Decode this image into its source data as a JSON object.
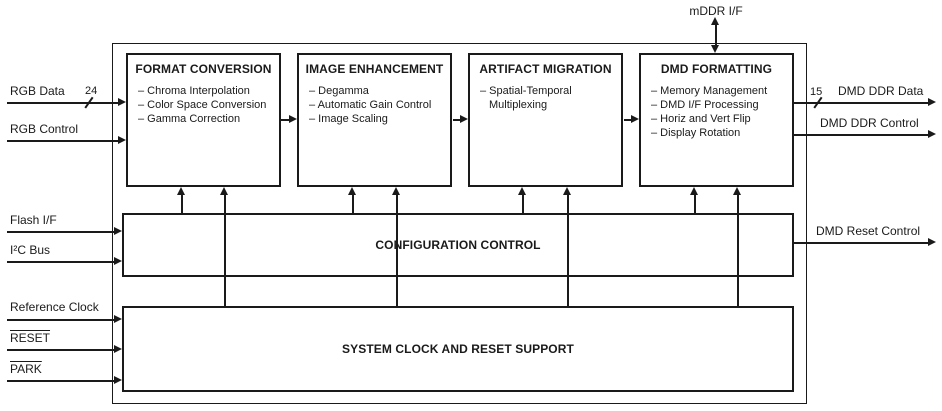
{
  "diagram": {
    "colors": {
      "line": "#1a1a1a",
      "background": "#ffffff"
    },
    "external": {
      "mddr_label": "mDDR I/F",
      "inputs": [
        {
          "label": "RGB Data",
          "bus_width": "24"
        },
        {
          "label": "RGB Control"
        },
        {
          "label": "Flash I/F"
        },
        {
          "label": "I²C Bus"
        },
        {
          "label": "Reference Clock"
        },
        {
          "label": "RESET"
        },
        {
          "label": "PARK"
        }
      ],
      "outputs": [
        {
          "label": "DMD DDR Data",
          "bus_width": "15"
        },
        {
          "label": "DMD DDR Control"
        },
        {
          "label": "DMD Reset Control"
        }
      ]
    },
    "blocks": {
      "format_conversion": {
        "title": "FORMAT CONVERSION",
        "items": [
          "– Chroma Interpolation",
          "– Color Space Conversion",
          "– Gamma Correction"
        ]
      },
      "image_enhancement": {
        "title": "IMAGE ENHANCEMENT",
        "items": [
          "– Degamma",
          "– Automatic Gain Control",
          "– Image Scaling"
        ]
      },
      "artifact_migration": {
        "title": "ARTIFACT MIGRATION",
        "items": [
          "– Spatial-Temporal Multiplexing"
        ]
      },
      "dmd_formatting": {
        "title": "DMD FORMATTING",
        "items": [
          "– Memory Management",
          "– DMD I/F Processing",
          "– Horiz and Vert Flip",
          "– Display Rotation"
        ]
      },
      "configuration_control": {
        "title": "CONFIGURATION CONTROL"
      },
      "system_clock_reset": {
        "title": "SYSTEM CLOCK AND RESET SUPPORT"
      }
    }
  }
}
